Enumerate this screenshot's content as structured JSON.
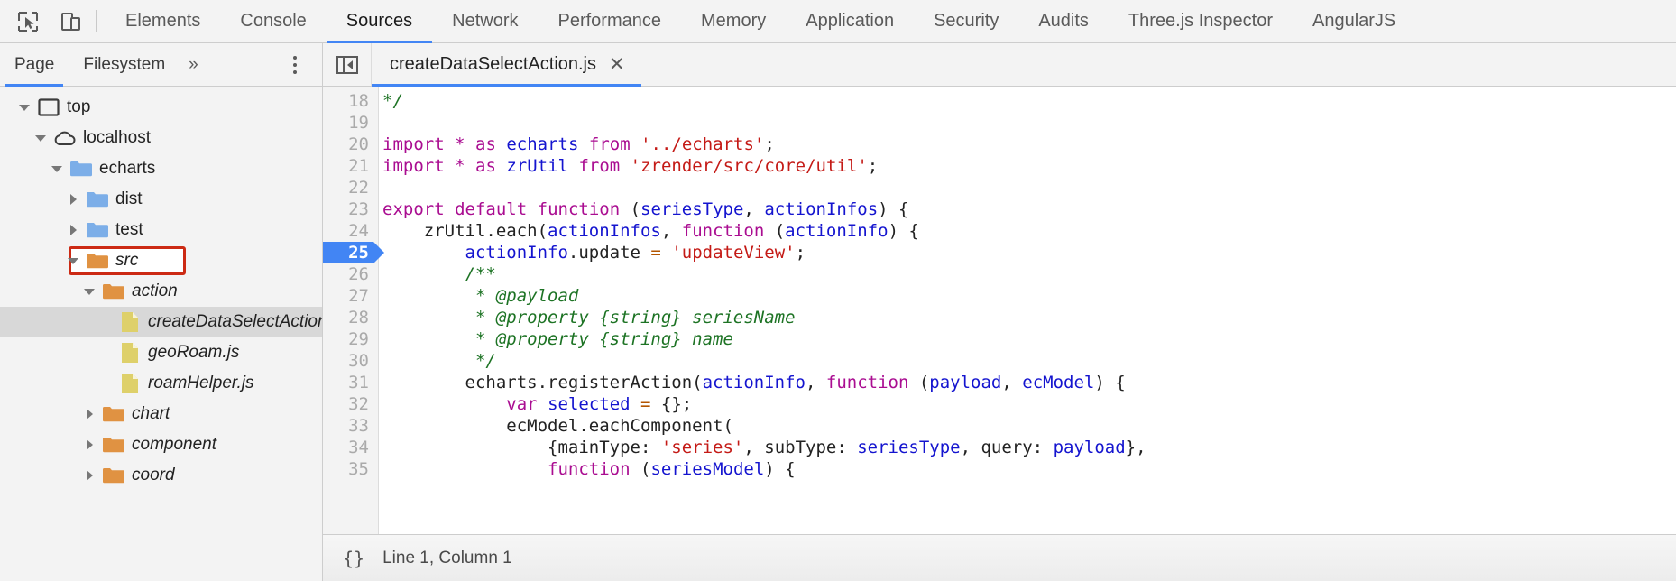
{
  "toolbar": {
    "inspect_icon": "inspect-cursor-icon",
    "device_icon": "device-toolbar-icon",
    "tabs": [
      {
        "label": "Elements",
        "active": false
      },
      {
        "label": "Console",
        "active": false
      },
      {
        "label": "Sources",
        "active": true
      },
      {
        "label": "Network",
        "active": false
      },
      {
        "label": "Performance",
        "active": false
      },
      {
        "label": "Memory",
        "active": false
      },
      {
        "label": "Application",
        "active": false
      },
      {
        "label": "Security",
        "active": false
      },
      {
        "label": "Audits",
        "active": false
      },
      {
        "label": "Three.js Inspector",
        "active": false
      },
      {
        "label": "AngularJS",
        "active": false
      }
    ]
  },
  "navigator": {
    "tabs": [
      {
        "label": "Page",
        "active": true
      },
      {
        "label": "Filesystem",
        "active": false
      }
    ],
    "more_label": "»",
    "menu_icon": "kebab-menu-icon",
    "tree": [
      {
        "label": "top",
        "indent": 0,
        "type": "frame",
        "twisty": "open",
        "italic": false,
        "selected": false,
        "boxed": false
      },
      {
        "label": "localhost",
        "indent": 1,
        "type": "cloud",
        "twisty": "open",
        "italic": false,
        "selected": false,
        "boxed": false
      },
      {
        "label": "echarts",
        "indent": 2,
        "type": "folder-blue",
        "twisty": "open",
        "italic": false,
        "selected": false,
        "boxed": false
      },
      {
        "label": "dist",
        "indent": 3,
        "type": "folder-blue",
        "twisty": "closed",
        "italic": false,
        "selected": false,
        "boxed": false
      },
      {
        "label": "test",
        "indent": 3,
        "type": "folder-blue",
        "twisty": "closed",
        "italic": false,
        "selected": false,
        "boxed": false
      },
      {
        "label": "src",
        "indent": 3,
        "type": "folder-orange",
        "twisty": "open",
        "italic": true,
        "selected": false,
        "boxed": true
      },
      {
        "label": "action",
        "indent": 4,
        "type": "folder-orange",
        "twisty": "open",
        "italic": true,
        "selected": false,
        "boxed": false
      },
      {
        "label": "createDataSelectAction.js",
        "indent": 5,
        "type": "file-js",
        "twisty": "none",
        "italic": true,
        "selected": true,
        "boxed": false
      },
      {
        "label": "geoRoam.js",
        "indent": 5,
        "type": "file-js",
        "twisty": "none",
        "italic": true,
        "selected": false,
        "boxed": false
      },
      {
        "label": "roamHelper.js",
        "indent": 5,
        "type": "file-js",
        "twisty": "none",
        "italic": true,
        "selected": false,
        "boxed": false
      },
      {
        "label": "chart",
        "indent": 4,
        "type": "folder-orange",
        "twisty": "closed",
        "italic": true,
        "selected": false,
        "boxed": false
      },
      {
        "label": "component",
        "indent": 4,
        "type": "folder-orange",
        "twisty": "closed",
        "italic": true,
        "selected": false,
        "boxed": false
      },
      {
        "label": "coord",
        "indent": 4,
        "type": "folder-orange",
        "twisty": "closed",
        "italic": true,
        "selected": false,
        "boxed": false
      }
    ]
  },
  "editor": {
    "panel_toggle_icon": "show-navigator-icon",
    "tab_label": "createDataSelectAction.js",
    "close_icon": "close-icon",
    "first_line_number": 18,
    "current_line": 25,
    "lines": [
      {
        "n": 18,
        "tokens": [
          {
            "t": "*/",
            "c": "cm"
          }
        ]
      },
      {
        "n": 19,
        "tokens": []
      },
      {
        "n": 20,
        "tokens": [
          {
            "t": "import",
            "c": "k"
          },
          {
            "t": " ",
            "c": "pl"
          },
          {
            "t": "*",
            "c": "k"
          },
          {
            "t": " ",
            "c": "pl"
          },
          {
            "t": "as",
            "c": "k"
          },
          {
            "t": " ",
            "c": "pl"
          },
          {
            "t": "echarts",
            "c": "id"
          },
          {
            "t": " ",
            "c": "pl"
          },
          {
            "t": "from",
            "c": "k"
          },
          {
            "t": " ",
            "c": "pl"
          },
          {
            "t": "'../echarts'",
            "c": "st"
          },
          {
            "t": ";",
            "c": "pl"
          }
        ]
      },
      {
        "n": 21,
        "tokens": [
          {
            "t": "import",
            "c": "k"
          },
          {
            "t": " ",
            "c": "pl"
          },
          {
            "t": "*",
            "c": "k"
          },
          {
            "t": " ",
            "c": "pl"
          },
          {
            "t": "as",
            "c": "k"
          },
          {
            "t": " ",
            "c": "pl"
          },
          {
            "t": "zrUtil",
            "c": "id"
          },
          {
            "t": " ",
            "c": "pl"
          },
          {
            "t": "from",
            "c": "k"
          },
          {
            "t": " ",
            "c": "pl"
          },
          {
            "t": "'zrender/src/core/util'",
            "c": "st"
          },
          {
            "t": ";",
            "c": "pl"
          }
        ]
      },
      {
        "n": 22,
        "tokens": []
      },
      {
        "n": 23,
        "tokens": [
          {
            "t": "export",
            "c": "k"
          },
          {
            "t": " ",
            "c": "pl"
          },
          {
            "t": "default",
            "c": "k"
          },
          {
            "t": " ",
            "c": "pl"
          },
          {
            "t": "function",
            "c": "k"
          },
          {
            "t": " (",
            "c": "pl"
          },
          {
            "t": "seriesType",
            "c": "id"
          },
          {
            "t": ", ",
            "c": "pl"
          },
          {
            "t": "actionInfos",
            "c": "id"
          },
          {
            "t": ") {",
            "c": "pl"
          }
        ]
      },
      {
        "n": 24,
        "tokens": [
          {
            "t": "    zrUtil.each(",
            "c": "pl"
          },
          {
            "t": "actionInfos",
            "c": "id"
          },
          {
            "t": ", ",
            "c": "pl"
          },
          {
            "t": "function",
            "c": "k"
          },
          {
            "t": " (",
            "c": "pl"
          },
          {
            "t": "actionInfo",
            "c": "id"
          },
          {
            "t": ") {",
            "c": "pl"
          }
        ]
      },
      {
        "n": 25,
        "tokens": [
          {
            "t": "        ",
            "c": "pl"
          },
          {
            "t": "actionInfo",
            "c": "id"
          },
          {
            "t": ".update ",
            "c": "pl"
          },
          {
            "t": "=",
            "c": "op"
          },
          {
            "t": " ",
            "c": "pl"
          },
          {
            "t": "'updateView'",
            "c": "st"
          },
          {
            "t": ";",
            "c": "pl"
          }
        ]
      },
      {
        "n": 26,
        "tokens": [
          {
            "t": "        /**",
            "c": "cm"
          }
        ]
      },
      {
        "n": 27,
        "tokens": [
          {
            "t": "         * @payload",
            "c": "cm"
          }
        ]
      },
      {
        "n": 28,
        "tokens": [
          {
            "t": "         * @property {string} seriesName",
            "c": "cm"
          }
        ]
      },
      {
        "n": 29,
        "tokens": [
          {
            "t": "         * @property {string} name",
            "c": "cm"
          }
        ]
      },
      {
        "n": 30,
        "tokens": [
          {
            "t": "         */",
            "c": "cm"
          }
        ]
      },
      {
        "n": 31,
        "tokens": [
          {
            "t": "        echarts.registerAction(",
            "c": "pl"
          },
          {
            "t": "actionInfo",
            "c": "id"
          },
          {
            "t": ", ",
            "c": "pl"
          },
          {
            "t": "function",
            "c": "k"
          },
          {
            "t": " (",
            "c": "pl"
          },
          {
            "t": "payload",
            "c": "id"
          },
          {
            "t": ", ",
            "c": "pl"
          },
          {
            "t": "ecModel",
            "c": "id"
          },
          {
            "t": ") {",
            "c": "pl"
          }
        ]
      },
      {
        "n": 32,
        "tokens": [
          {
            "t": "            ",
            "c": "pl"
          },
          {
            "t": "var",
            "c": "k"
          },
          {
            "t": " ",
            "c": "pl"
          },
          {
            "t": "selected",
            "c": "id"
          },
          {
            "t": " ",
            "c": "pl"
          },
          {
            "t": "=",
            "c": "op"
          },
          {
            "t": " {};",
            "c": "pl"
          }
        ]
      },
      {
        "n": 33,
        "tokens": [
          {
            "t": "            ecModel.eachComponent(",
            "c": "pl"
          }
        ]
      },
      {
        "n": 34,
        "tokens": [
          {
            "t": "                {mainType: ",
            "c": "pl"
          },
          {
            "t": "'series'",
            "c": "st"
          },
          {
            "t": ", subType: ",
            "c": "pl"
          },
          {
            "t": "seriesType",
            "c": "id"
          },
          {
            "t": ", query: ",
            "c": "pl"
          },
          {
            "t": "payload",
            "c": "id"
          },
          {
            "t": "},",
            "c": "pl"
          }
        ]
      },
      {
        "n": 35,
        "tokens": [
          {
            "t": "                ",
            "c": "pl"
          },
          {
            "t": "function",
            "c": "k"
          },
          {
            "t": " (",
            "c": "pl"
          },
          {
            "t": "seriesModel",
            "c": "id"
          },
          {
            "t": ") {",
            "c": "pl"
          }
        ]
      }
    ]
  },
  "status_bar": {
    "format_icon": "{}",
    "position_text": "Line 1, Column 1"
  },
  "colors": {
    "accent": "#4285f4",
    "highlight_box": "#cc2a14",
    "folder_blue": "#7caee8",
    "folder_orange": "#e09242",
    "file_yellow": "#ded06a",
    "string": "#c41a16",
    "keyword": "#aa0d91",
    "identifier": "#1414cf",
    "comment": "#1d7324"
  }
}
